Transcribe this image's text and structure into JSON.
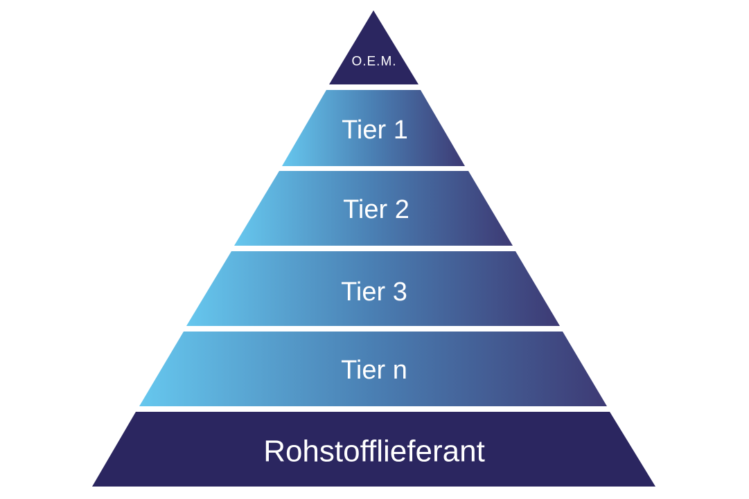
{
  "diagram": {
    "levels": [
      {
        "id": "oem",
        "label": "O.E.M."
      },
      {
        "id": "tier-1",
        "label": "Tier 1"
      },
      {
        "id": "tier-2",
        "label": "Tier 2"
      },
      {
        "id": "tier-3",
        "label": "Tier 3"
      },
      {
        "id": "tier-n",
        "label": "Tier n"
      },
      {
        "id": "raw-material-supplier",
        "label": "Rohstofflieferant"
      }
    ],
    "colors": {
      "dark_navy": "#2b2660",
      "gradient_light": "#66c7ee",
      "gradient_mid": "#4a7fb3",
      "gradient_dark": "#3d3a74",
      "background": "#ffffff",
      "text": "#ffffff"
    }
  }
}
